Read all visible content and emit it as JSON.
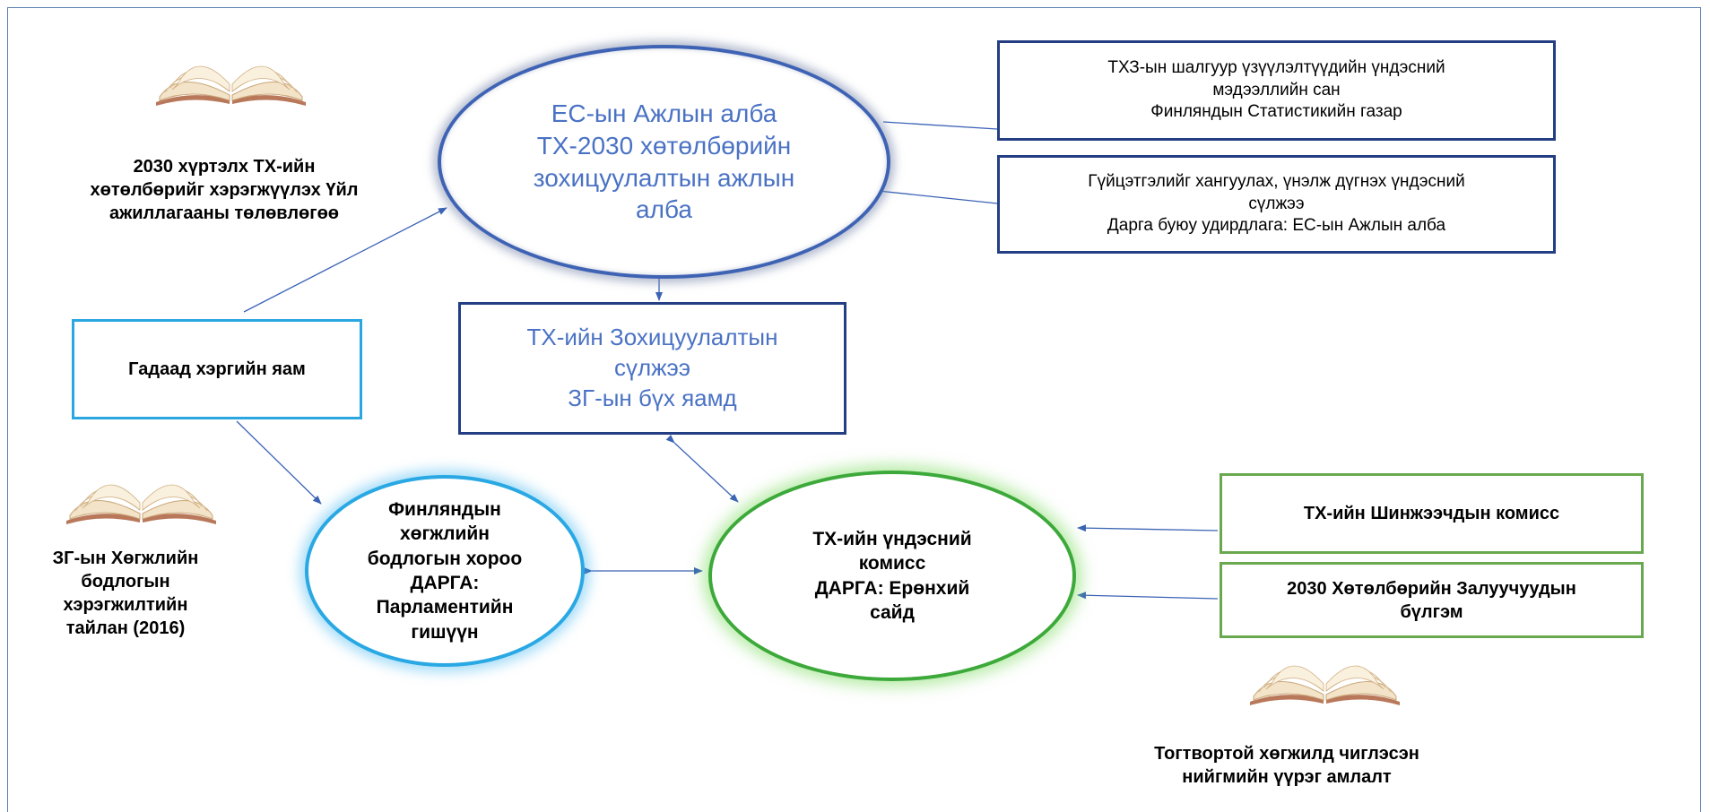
{
  "diagram": {
    "nodes": {
      "es_office": "ЕС-ын Ажлын алба\nТХ-2030 хөтөлбөрийн\nзохицуулалтын ажлын\nалба",
      "indicators_db": "ТХЗ-ын шалгуур үзүүлэлтүүдийн үндэсний\nмэдээллийн сан\nФинляндын Статистикийн газар",
      "monitoring_network": "Гүйцэтгэлийг хангуулах, үнэлж дүгнэх үндэсний\nсүлжээ\nДарга буюу удирдлага: ЕС-ын Ажлын алба",
      "coordination_network": "ТХ-ийн Зохицуулалтын\nсүлжээ\nЗГ-ын бүх яамд",
      "foreign_ministry": "Гадаад хэргийн яам",
      "development_committee": "Финляндын\nхөгжлийн\nбодлогын хороо\nДАРГА:\nПарламентийн\nгишүүн",
      "national_commission": "ТХ-ийн үндэсний\nкомисс\nДАРГА: Ерөнхий\nсайд",
      "expert_panel": "ТХ-ийн Шинжээчдын комисс",
      "youth_group": "2030 Хөтөлбөрийн Залуучуудын\nбүлгэм"
    },
    "labels": {
      "action_plan": "2030 хүртэлх ТХ-ийн\nхөтөлбөрийг хэрэгжүүлэх Үйл\nажиллагааны төлөвлөгөө",
      "report": "ЗГ-ын Хөгжлийн\nбодлогын\nхэрэгжилтийн\nтайлан (2016)",
      "societal_commitment": "Тогтвортой хөгжилд чиглэсэн\nнийгмийн үүрэг амлалт"
    },
    "icons": [
      "open-book-icon",
      "open-book-icon",
      "open-book-icon"
    ],
    "colors": {
      "navy": "#233e83",
      "blue_text": "#4a72c4",
      "cyan": "#29a8e3",
      "green": "#3ca93a",
      "light_green": "#6aa84f",
      "connector": "#3b63b5"
    }
  }
}
